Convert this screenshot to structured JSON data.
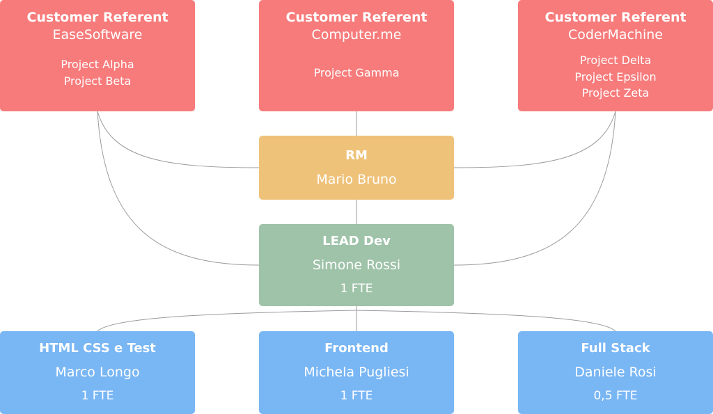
{
  "customers": [
    {
      "title": "Customer Referent",
      "company": "EaseSoftware",
      "projects": [
        "Project Alpha",
        "Project Beta"
      ]
    },
    {
      "title": "Customer Referent",
      "company": "Computer.me",
      "projects": [
        "Project Gamma"
      ]
    },
    {
      "title": "Customer Referent",
      "company": "CoderMachine",
      "projects": [
        "Project Delta",
        "Project Epsilon",
        "Project Zeta"
      ]
    }
  ],
  "rm": {
    "role": "RM",
    "name": "Mario Bruno"
  },
  "lead": {
    "role": "LEAD Dev",
    "name": "Simone Rossi",
    "fte": "1 FTE"
  },
  "devs": [
    {
      "role": "HTML CSS e Test",
      "name": "Marco Longo",
      "fte": "1 FTE"
    },
    {
      "role": "Frontend",
      "name": "Michela Pugliesi",
      "fte": "1 FTE"
    },
    {
      "role": "Full Stack",
      "name": "Daniele Rosi",
      "fte": "0,5 FTE"
    }
  ],
  "colors": {
    "customer": "#f77b7b",
    "rm": "#efc27a",
    "lead": "#9fc3a9",
    "dev": "#79b6f4",
    "connector": "#9a9a9a"
  }
}
